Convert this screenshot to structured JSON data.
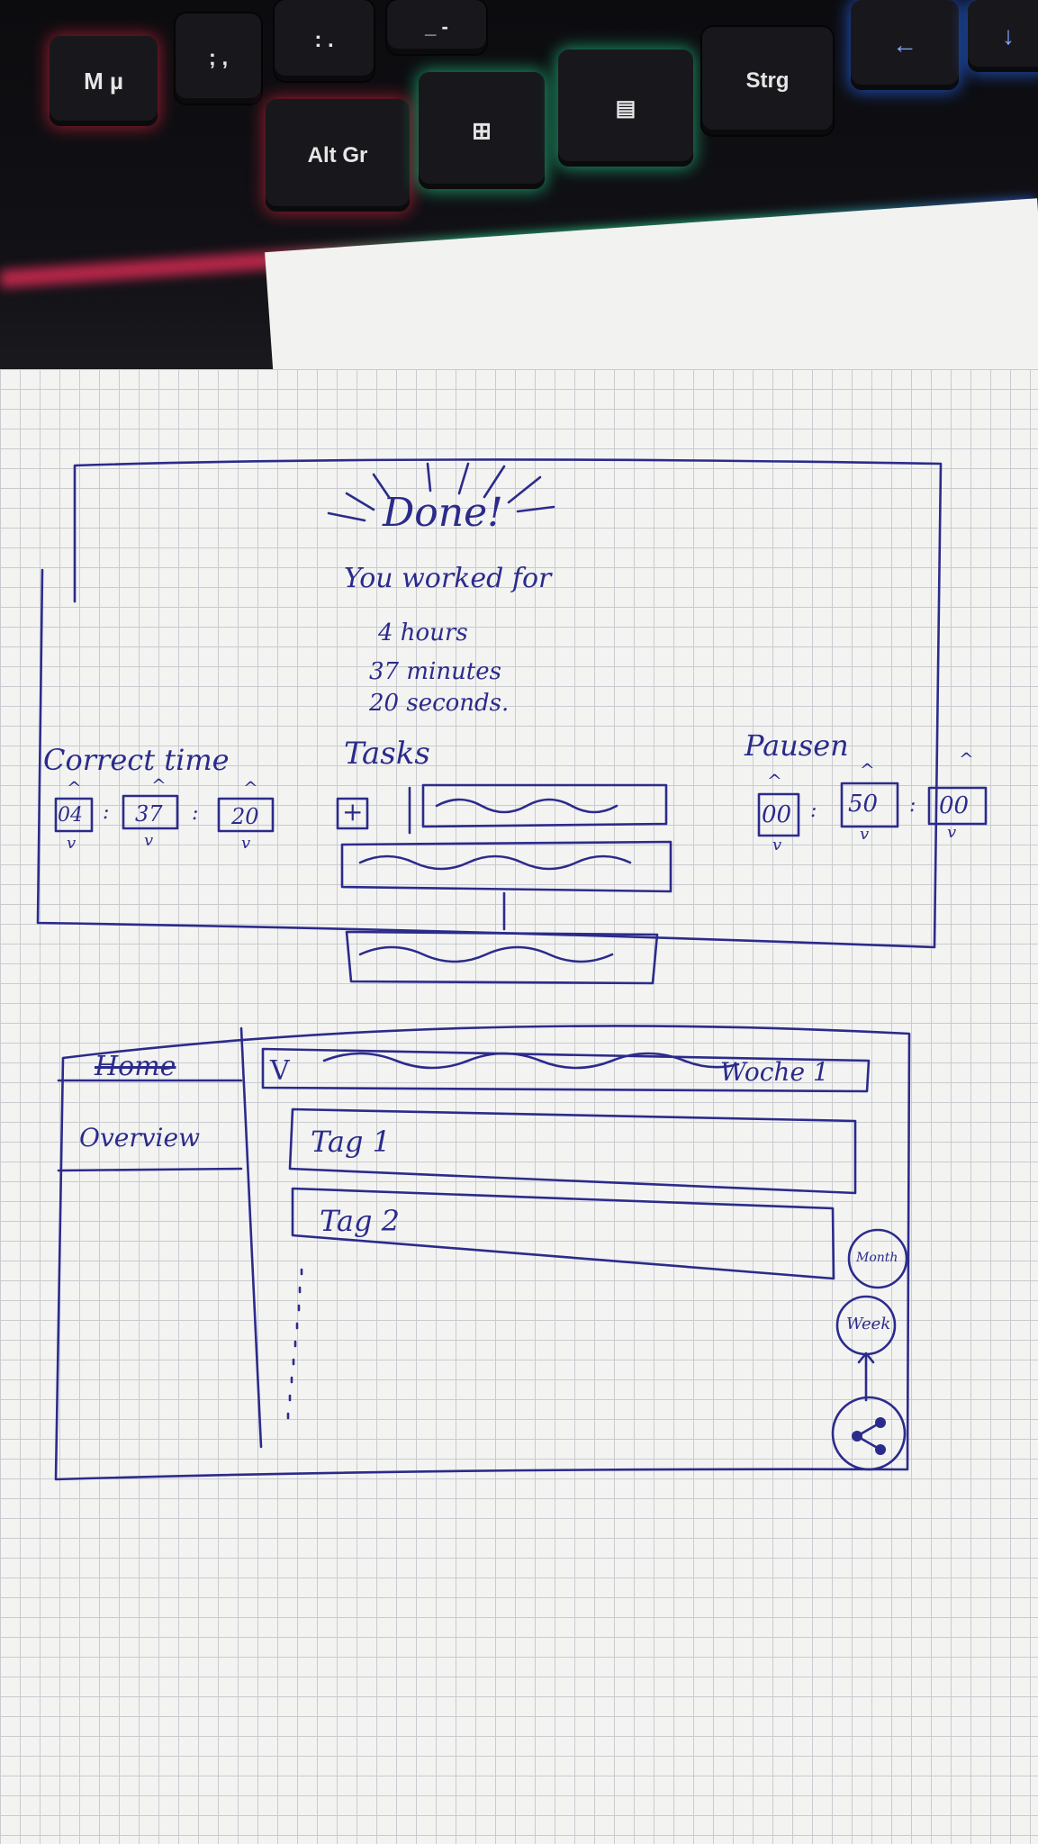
{
  "keyboard": {
    "keys": [
      "M µ",
      "; ,",
      ": .",
      "_ -",
      "Alt Gr",
      "Strg",
      "←",
      "↓"
    ]
  },
  "done_screen": {
    "title": "Done!",
    "subtitle": "You worked for",
    "hours": "4 hours",
    "minutes": "37 minutes",
    "seconds": "20 seconds.",
    "correct_time_label": "Correct time",
    "correct_time": [
      "04",
      "37",
      "20"
    ],
    "tasks_label": "Tasks",
    "add_task": "+",
    "pausen_label": "Pausen",
    "pausen": [
      "00",
      "50",
      "00"
    ],
    "up_arrow": "^",
    "down_arrow": "v",
    "separator": ":"
  },
  "overview_screen": {
    "sidebar": {
      "home": "Home",
      "overview": "Overview"
    },
    "week_toggle": "V",
    "week_label": "Woche 1",
    "days": [
      "Tag 1",
      "Tag 2"
    ],
    "fab": {
      "month": "Month",
      "week": "Week"
    }
  }
}
